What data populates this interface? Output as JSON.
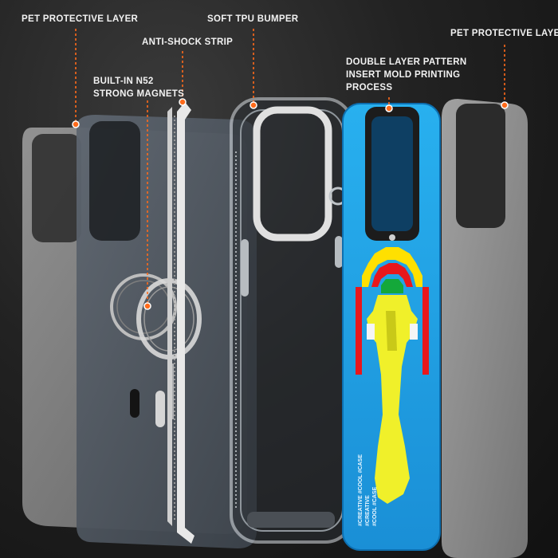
{
  "labels": {
    "pet_left": "PET PROTECTIVE LAYER",
    "anti_shock": "ANTI-SHOCK STRIP",
    "soft_tpu": "SOFT TPU BUMPER",
    "pet_right": "PET PROTECTIVE LAYER",
    "magnets_1": "BUILT-IN N52",
    "magnets_2": "STRONG MAGNETS",
    "double_1": "DOUBLE LAYER PATTERN",
    "double_2": "INSERT MOLD PRINTING",
    "double_3": "PROCESS"
  },
  "case_print": {
    "side_text_1": "#CREATIVE #COOL #CASE",
    "side_text_2": "#CREATIVE",
    "side_text_3": "#COOL #CASE"
  },
  "colors": {
    "accent": "#ff6a1a",
    "case_blue": "#1ea7e8"
  }
}
